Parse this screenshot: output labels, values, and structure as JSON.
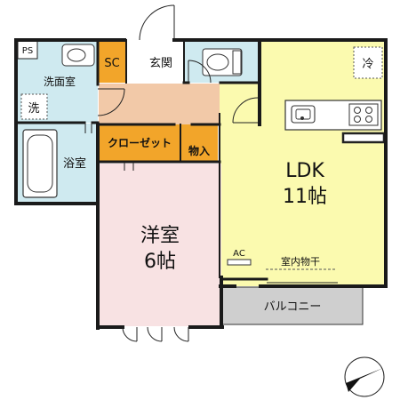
{
  "colors": {
    "ldk": "#fbfaaf",
    "bath": "#cfeaf0",
    "bedroom": "#f8e2e3",
    "hall": "#f2c9a8",
    "storage": "#f2a52a",
    "balcony": "#cfcfcf",
    "wall": "#1a1a1a"
  },
  "labels": {
    "ps": "PS",
    "washroom": "洗面室",
    "washer": "洗",
    "bath": "浴室",
    "sc": "SC",
    "entrance": "玄関",
    "closet": "クローゼット",
    "storage": "物入",
    "fridge": "冷",
    "ldk_name": "LDK",
    "ldk_size": "11帖",
    "bedroom_name": "洋室",
    "bedroom_size": "6帖",
    "ac": "AC",
    "drying": "室内物干",
    "balcony": "バルコニー"
  },
  "compass": {
    "icon": "north-arrow-icon"
  }
}
